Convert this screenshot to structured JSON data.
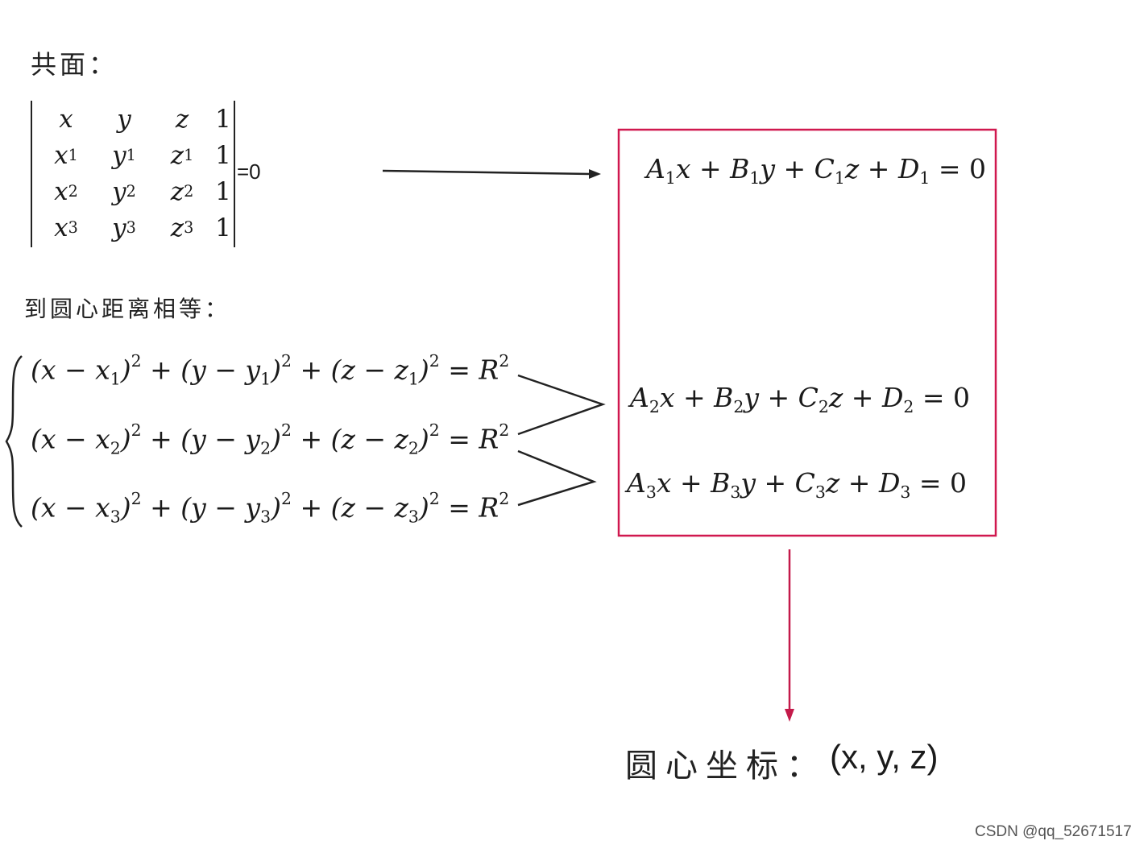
{
  "section1": {
    "title": "共面："
  },
  "determinant": {
    "rows": [
      [
        "x",
        "y",
        "z",
        "1"
      ],
      [
        "x₁",
        "y₁",
        "z₁",
        "1"
      ],
      [
        "x₂",
        "y₂",
        "z₂",
        "1"
      ],
      [
        "x₃",
        "y₃",
        "z₃",
        "1"
      ]
    ],
    "equals": "=0"
  },
  "section2": {
    "title": "到圆心距离相等："
  },
  "system": {
    "equations": [
      "(x − x₁)² + (y − y₁)² + (z − z₁)² = R²",
      "(x − x₂)² + (y − y₂)² + (z − z₂)² = R²",
      "(x − x₃)² + (y − y₃)² + (z − z₃)² = R²"
    ]
  },
  "planes": [
    "A₁x + B₁y + C₁z + D₁ = 0",
    "A₂x + B₂y + C₂z + D₂ = 0",
    "A₃x + B₃y + C₃z + D₃ = 0"
  ],
  "result": {
    "label": "圆心坐标：",
    "value": "(x, y, z)"
  },
  "watermark": "CSDN @qq_52671517",
  "colors": {
    "box": "#d0184f",
    "ink": "#222222",
    "arrow": "#c41a4a"
  }
}
